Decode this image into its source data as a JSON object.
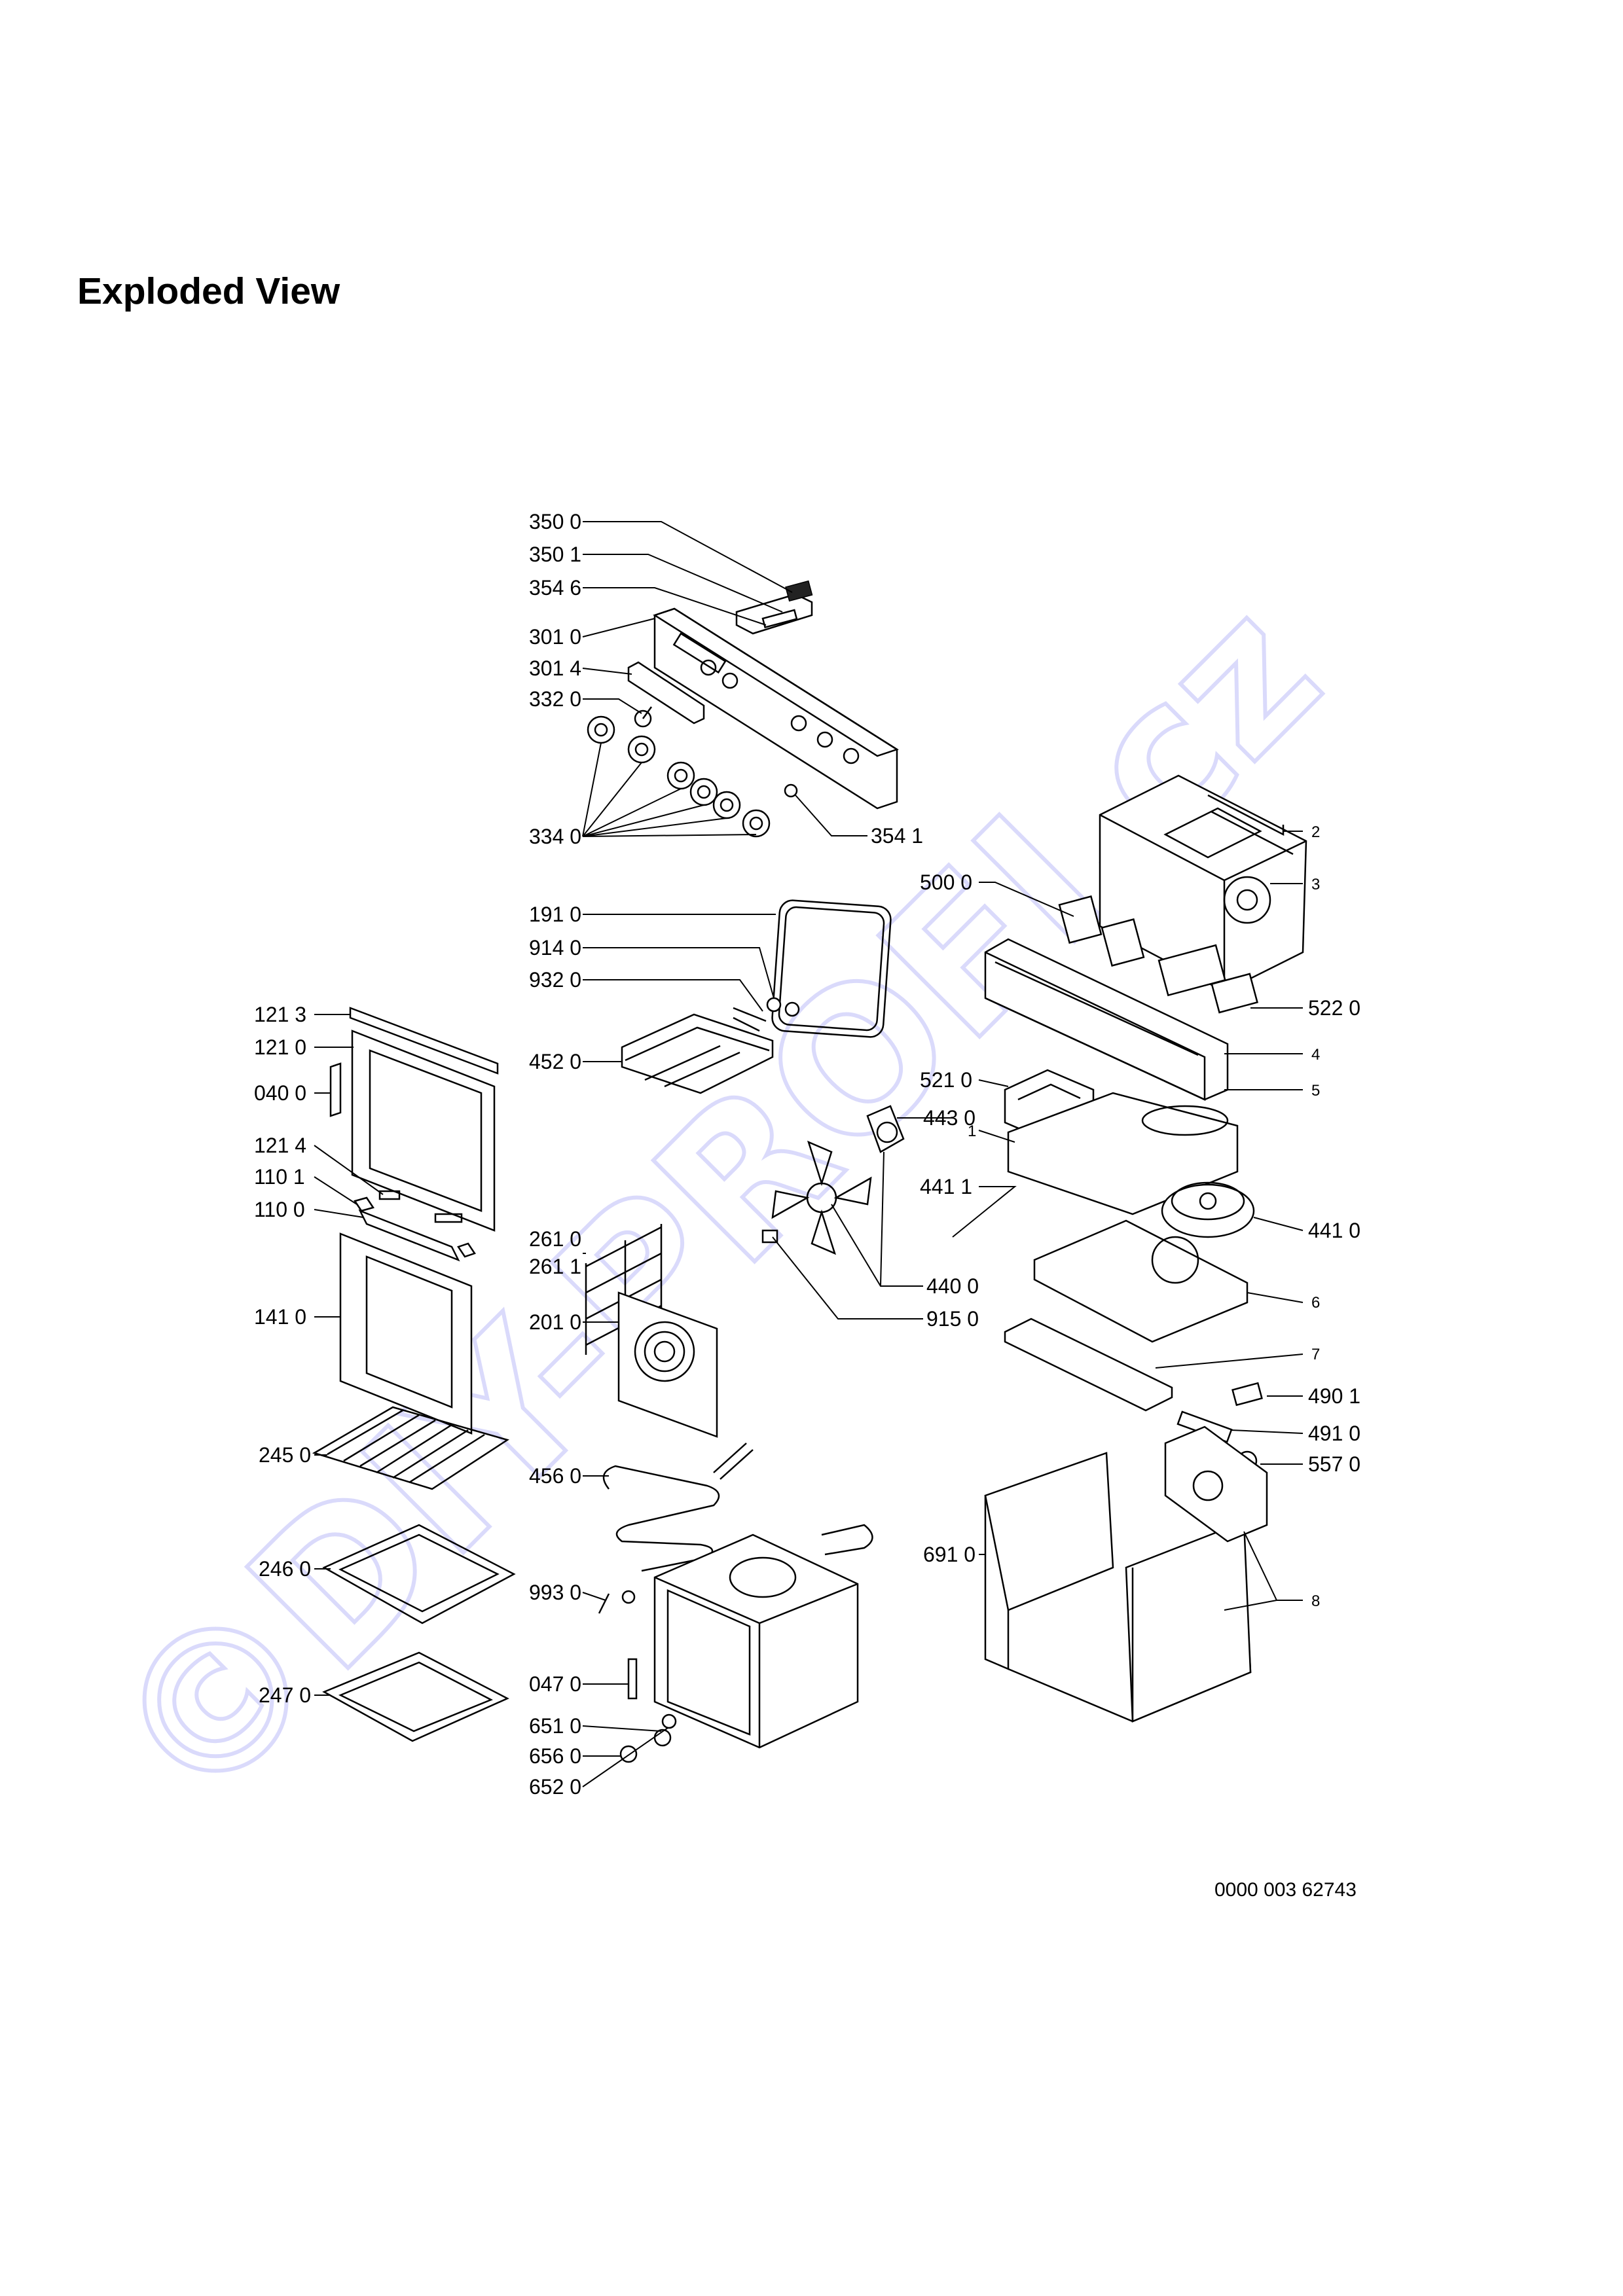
{
  "title": "Exploded View",
  "watermark": "©DIY-PROFI.cz",
  "reference_number": "0000 003 62743",
  "part_labels": {
    "l3500": "350 0",
    "l3501": "350 1",
    "l3546": "354 6",
    "l3010": "301 0",
    "l3014": "301 4",
    "l3320": "332 0",
    "l3340": "334 0",
    "l3541": "354 1",
    "l1910": "191 0",
    "l9140": "914 0",
    "l9320": "932 0",
    "l4520": "452 0",
    "l1213": "121 3",
    "l1210": "121 0",
    "l0400": "040 0",
    "l1214": "121 4",
    "l1101": "110 1",
    "l1100": "110 0",
    "l1410": "141 0",
    "l2610": "261 0",
    "l2611": "261 1",
    "l2010": "201 0",
    "l2450": "245 0",
    "l4560": "456 0",
    "l2460": "246 0",
    "l9930": "993 0",
    "l2470": "247 0",
    "l0470": "047 0",
    "l6510": "651 0",
    "l6560": "656 0",
    "l6520": "652 0",
    "l5000": "500 0",
    "l2": "2",
    "l3": "3",
    "l5220": "522 0",
    "l4": "4",
    "l5210": "521 0",
    "l5": "5",
    "l4430": "443 0",
    "l1": "1",
    "l4411": "441 1",
    "l4410": "441 0",
    "l4400": "440 0",
    "l6": "6",
    "l9150": "915 0",
    "l7": "7",
    "l4901": "490 1",
    "l4910": "491 0",
    "l5570": "557 0",
    "l6910": "691 0",
    "l8": "8"
  }
}
